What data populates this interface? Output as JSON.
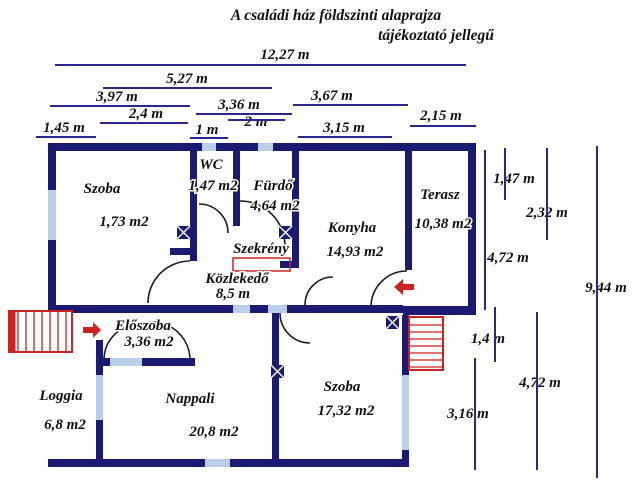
{
  "header": {
    "title": "A családi ház földszinti alaprajza",
    "subtitle": "tájékoztató jellegű"
  },
  "rooms": [
    {
      "name": "Szoba",
      "area": "1,73 m2"
    },
    {
      "name": "WC",
      "area": "1,47 m2"
    },
    {
      "name": "Fürdő",
      "area": "4,64 m2"
    },
    {
      "name": "Szekrény",
      "area": ""
    },
    {
      "name": "Konyha",
      "area": "14,93 m2"
    },
    {
      "name": "Terasz",
      "area": "10,38 m2"
    },
    {
      "name": "Közlekedő",
      "area": "8,5 m"
    },
    {
      "name": "Előszoba",
      "area": "3,36 m2"
    },
    {
      "name": "Loggia",
      "area": "6,8 m2"
    },
    {
      "name": "Nappali",
      "area": "20,8 m2"
    },
    {
      "name": "Szoba",
      "area": "17,32 m2"
    }
  ],
  "dimensions": {
    "top": [
      "12,27 m",
      "5,27 m",
      "3,97 m",
      "3,36 m",
      "3,67 m",
      "2,4 m",
      "2 m",
      "2,15 m",
      "1,45 m",
      "1 m",
      "3,15 m"
    ],
    "right": [
      "1,47 m",
      "2,32 m",
      "4,72 m",
      "9,44 m",
      "1,4 m",
      "4,72 m",
      "3,16 m"
    ]
  },
  "colors": {
    "wall": "#1a1a72",
    "window": "#b9cfe8",
    "stairs_red": "#cc2222",
    "dimension_line": "#28288c",
    "text": "#101010"
  }
}
